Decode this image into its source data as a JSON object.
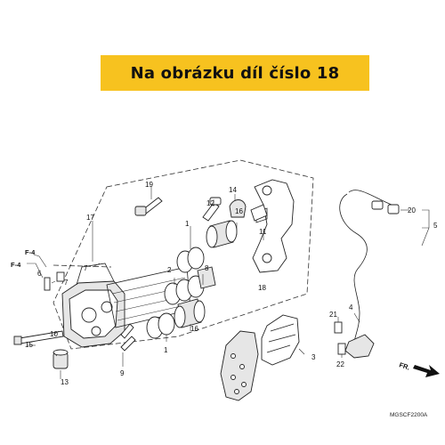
{
  "banner": {
    "text": "Na obrázku díl číslo 18",
    "color": "#f7c21f"
  },
  "diagram_code": "MGSCF2200A",
  "direction_label": "FR.",
  "ref_labels": {
    "f4_upper": "F-4",
    "f4_lower": "F-4"
  },
  "part_numbers": {
    "p1a": "1",
    "p1b": "1",
    "p2": "2",
    "p3": "3",
    "p4": "4",
    "p5": "5",
    "p6": "6",
    "p7a": "7",
    "p7b": "7",
    "p8": "8",
    "p9": "9",
    "p10": "10",
    "p11": "11",
    "p12": "12",
    "p13": "13",
    "p14": "14",
    "p15": "15",
    "p16a": "16",
    "p16b": "16",
    "p17": "17",
    "p18": "18",
    "p19": "19",
    "p20": "20",
    "p21": "21",
    "p22": "22"
  },
  "icons": [
    "arrow-right-icon"
  ]
}
